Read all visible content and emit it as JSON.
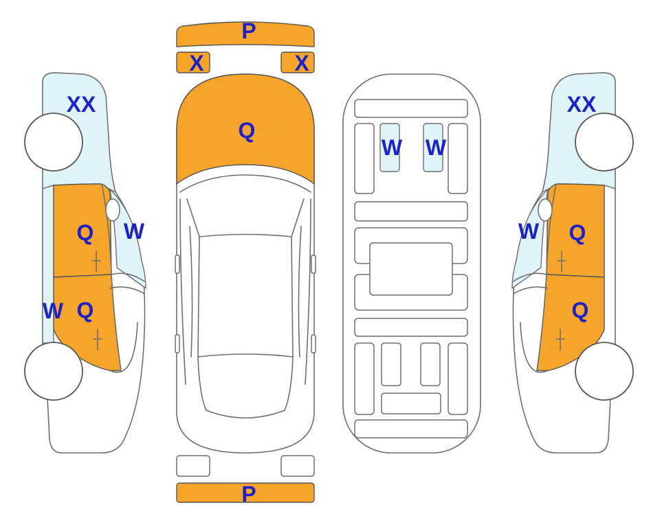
{
  "colors": {
    "damage": "#f7a52a",
    "glass": "#dff3f9",
    "code": "#1c22c9",
    "outline": "#6e6e6e"
  },
  "codes": {
    "front_bumper": "P",
    "left_headlight": "X",
    "right_headlight": "X",
    "hood": "Q",
    "rear_bumper": "P",
    "left_front_fender": "XX",
    "left_front_door": "Q",
    "left_front_window": "W",
    "left_rear_door": "Q",
    "left_rear_window": "W",
    "right_front_fender": "XX",
    "right_front_door": "Q",
    "right_front_window": "W",
    "right_rear_door": "Q",
    "floor_left_seat": "W",
    "floor_right_seat": "W"
  }
}
